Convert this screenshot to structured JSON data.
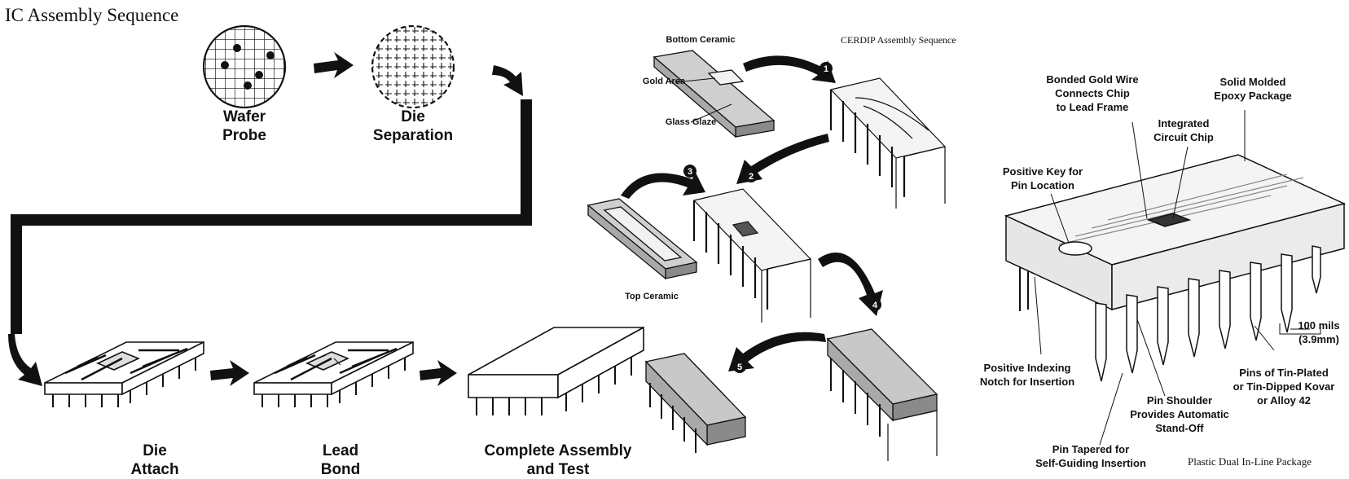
{
  "titles": {
    "main": "IC Assembly Sequence",
    "cerdip": "CERDIP Assembly Sequence",
    "pdip": "Plastic Dual In-Line Package"
  },
  "ic_sequence": {
    "wafer_probe": "Wafer\nProbe",
    "die_separation": "Die\nSeparation",
    "die_attach": "Die\nAttach",
    "lead_bond": "Lead\nBond",
    "complete_assembly": "Complete Assembly\nand Test"
  },
  "cerdip": {
    "bottom_ceramic": "Bottom Ceramic",
    "gold_area": "Gold Area",
    "glass_glaze": "Glass Glaze",
    "top_ceramic": "Top Ceramic",
    "steps": [
      "1",
      "2",
      "3",
      "4",
      "5"
    ]
  },
  "pdip": {
    "bonded_gold_wire": "Bonded Gold Wire\nConnects Chip\nto Lead Frame",
    "solid_molded": "Solid Molded\nEpoxy Package",
    "integrated_chip": "Integrated\nCircuit Chip",
    "positive_key": "Positive Key for\nPin Location",
    "indexing_notch": "Positive Indexing\nNotch for Insertion",
    "pin_tapered": "Pin Tapered for\nSelf-Guiding Insertion",
    "pin_shoulder": "Pin Shoulder\nProvides Automatic\nStand-Off",
    "pins_material": "Pins of Tin-Plated\nor Tin-Dipped Kovar\nor Alloy 42",
    "pitch": "100 mils\n(3.9mm)"
  },
  "colors": {
    "ink": "#111111",
    "ceramic": "#bdbdbd",
    "ceramic_dark": "#8a8a8a",
    "package": "#ededed"
  }
}
